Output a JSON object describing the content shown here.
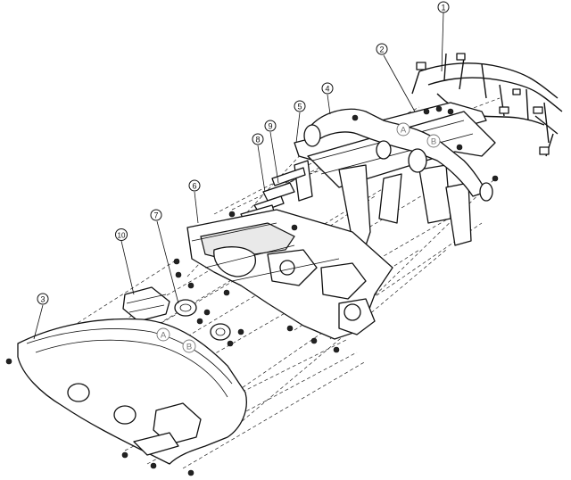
{
  "callouts": {
    "c1": "1",
    "c2": "2",
    "c3": "3",
    "c4": "4",
    "c5": "5",
    "c6": "6",
    "c7": "7",
    "c8": "8",
    "c9": "9",
    "c10": "10"
  },
  "refs": {
    "a": "A",
    "b": "B"
  },
  "colors": {
    "line": "#111111",
    "ref_grey": "#777777",
    "fill": "#ffffff"
  }
}
